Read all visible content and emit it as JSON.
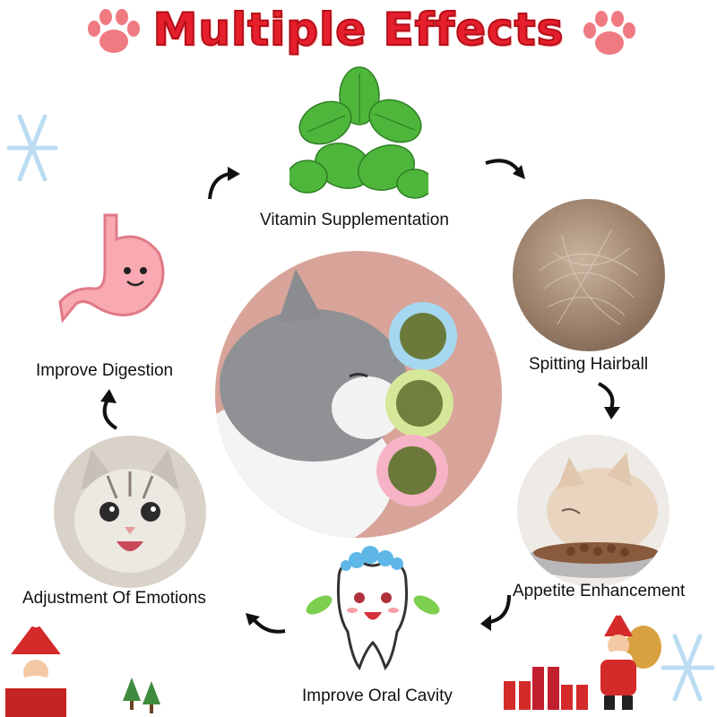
{
  "title": "Multiple Effects",
  "center_image": "cat-licking-catnip-balls",
  "effects": [
    {
      "label": "Vitamin Supplementation",
      "icon": "mint-leaves-icon"
    },
    {
      "label": "Spitting Hairball",
      "icon": "hairball-icon"
    },
    {
      "label": "Appetite Enhancement",
      "icon": "cat-eating-icon"
    },
    {
      "label": "Improve Oral Cavity",
      "icon": "tooth-icon"
    },
    {
      "label": "Adjustment Of Emotions",
      "icon": "happy-cat-icon"
    },
    {
      "label": "Improve Digestion",
      "icon": "stomach-icon"
    }
  ],
  "colors": {
    "title": "#e51f2b",
    "paw": "#f07a82",
    "snowflake": "#bcdcf2"
  }
}
